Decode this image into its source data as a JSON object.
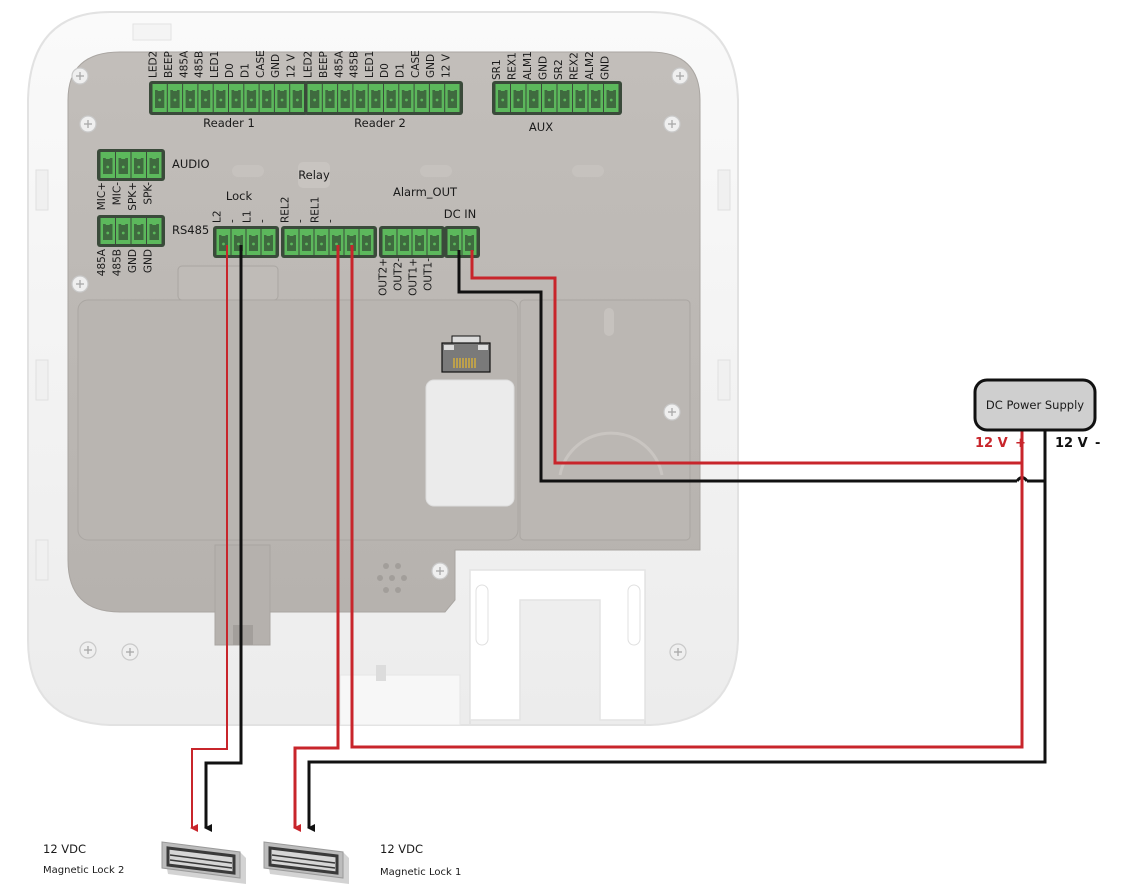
{
  "diagram": {
    "title": "Access controller wiring: magnetic locks with DC power supply",
    "connectors": {
      "reader1": {
        "label": "Reader 1",
        "pins": [
          "LED2",
          "BEEP",
          "485A",
          "485B",
          "LED1",
          "D0",
          "D1",
          "CASE",
          "GND",
          "12 V"
        ]
      },
      "reader2": {
        "label": "Reader 2",
        "pins": [
          "LED2",
          "BEEP",
          "485A",
          "485B",
          "LED1",
          "D0",
          "D1",
          "CASE",
          "GND",
          "12 V"
        ]
      },
      "aux": {
        "label": "AUX",
        "pins": [
          "SR1",
          "REX1",
          "ALM1",
          "GND",
          "SR2",
          "REX2",
          "ALM2",
          "GND"
        ]
      },
      "audio": {
        "label": "AUDIO",
        "pins": [
          "MIC+",
          "MIC-",
          "SPK+",
          "SPK-"
        ]
      },
      "rs485": {
        "label": "RS485",
        "pins": [
          "485A",
          "485B",
          "GND",
          "GND"
        ]
      },
      "lock": {
        "label": "Lock",
        "pins": [
          "L2",
          "-",
          "L1",
          "-"
        ]
      },
      "relay": {
        "label": "Relay",
        "pins": [
          "REL2",
          "-",
          "REL1",
          "-"
        ]
      },
      "alarm_out": {
        "label": "Alarm_OUT",
        "pins": [
          "OUT2+",
          "OUT2-",
          "OUT1+",
          "OUT1-"
        ]
      },
      "dc_in": {
        "label": "DC IN"
      }
    },
    "power_supply": {
      "label": "DC Power Supply",
      "positive_label": "12 V",
      "positive_sign": "+",
      "negative_label": "12 V",
      "negative_sign": "-"
    },
    "locks": [
      {
        "voltage": "12 VDC",
        "name": "Magnetic Lock 2"
      },
      {
        "voltage": "12 VDC",
        "name": "Magnetic Lock 1"
      }
    ],
    "colors": {
      "wire_positive": "#c8252b",
      "wire_negative": "#111111",
      "terminal_green": "#5cb85c",
      "terminal_dark": "#3a4a3a",
      "panel_gray": "#b9b5b1",
      "housing_white": "#f3f3f3",
      "psu_fill": "#cfcfcf"
    }
  }
}
